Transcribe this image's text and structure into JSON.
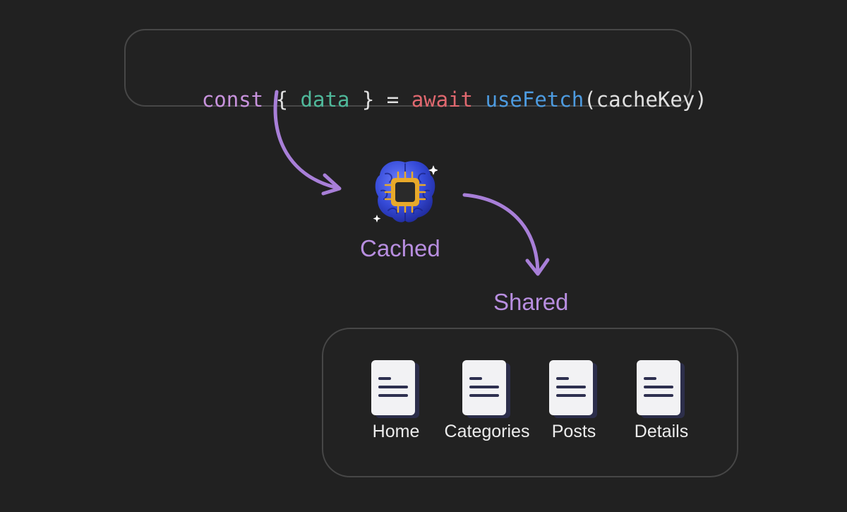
{
  "code": {
    "tokens": [
      {
        "text": "const",
        "kind": "keyword"
      },
      {
        "text": " { ",
        "kind": "punctuation"
      },
      {
        "text": "data",
        "kind": "variable"
      },
      {
        "text": " } = ",
        "kind": "punctuation"
      },
      {
        "text": "await",
        "kind": "await"
      },
      {
        "text": " ",
        "kind": "punctuation"
      },
      {
        "text": "useFetch",
        "kind": "function"
      },
      {
        "text": "(cacheKey)",
        "kind": "punctuation"
      }
    ]
  },
  "cache": {
    "icon": "brain-chip-icon",
    "label": "Cached"
  },
  "share": {
    "label": "Shared"
  },
  "pages": [
    {
      "label": "Home",
      "icon": "document-icon"
    },
    {
      "label": "Categories",
      "icon": "document-icon"
    },
    {
      "label": "Posts",
      "icon": "document-icon"
    },
    {
      "label": "Details",
      "icon": "document-icon"
    }
  ],
  "colors": {
    "background": "#212121",
    "accent": "#b88ee0",
    "keyword": "#c792dc",
    "variable": "#4fb89a",
    "await": "#e0686f",
    "function": "#4d9be0",
    "brain": "#3b4fd8",
    "chip": "#e8a92a"
  }
}
